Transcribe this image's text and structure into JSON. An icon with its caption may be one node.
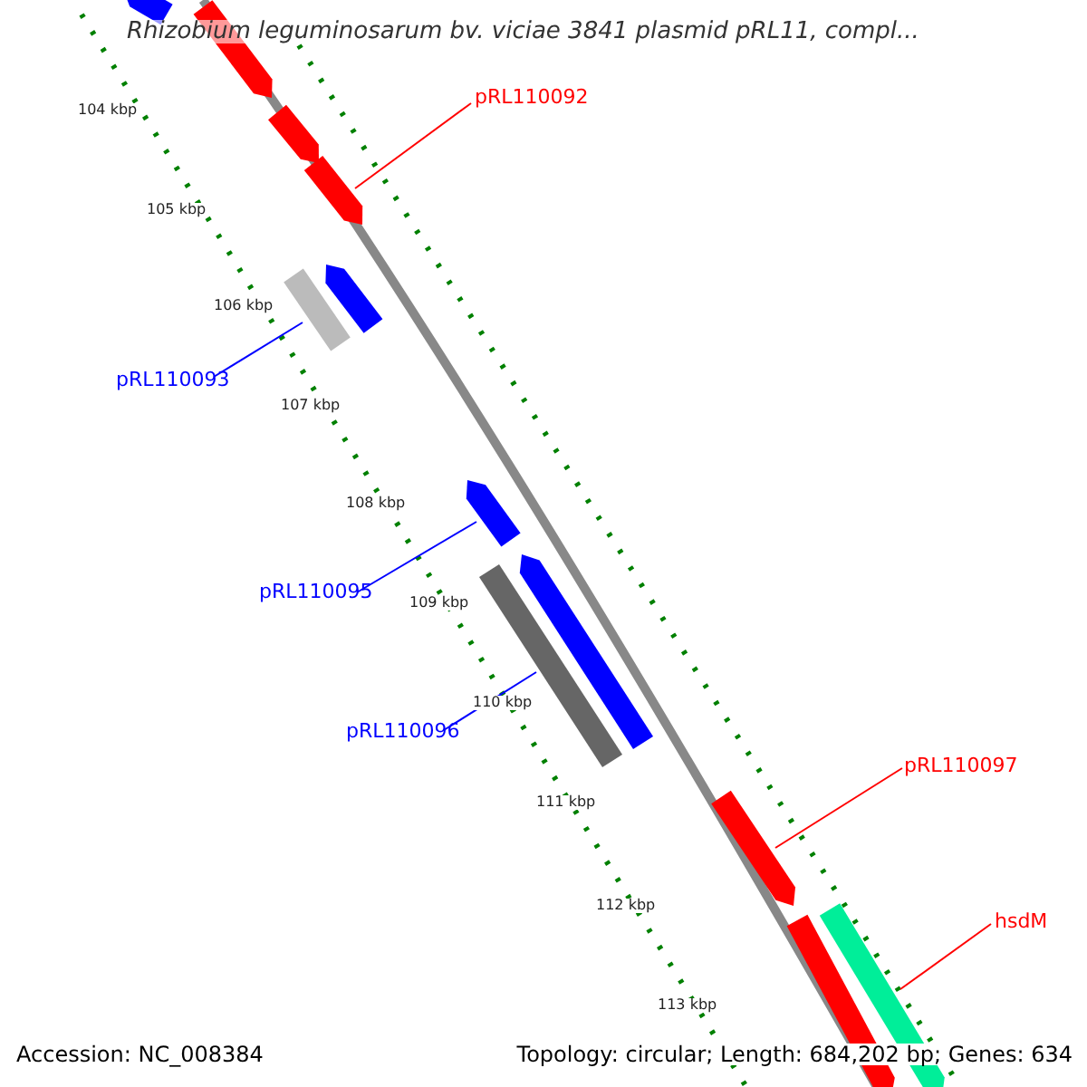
{
  "diagram": {
    "title": "Rhizobium leguminosarum bv. viciae 3841 plasmid pRL11, compl...",
    "nodes": [
      {
        "text": [
          "pRL110092"
        ]
      },
      {
        "text": [
          "pRL110093"
        ]
      },
      {
        "text": [
          "pRL110095"
        ]
      },
      {
        "text": [
          "pRL110096"
        ]
      },
      {
        "text": [
          "pRL110097"
        ]
      },
      {
        "text": [
          "hsdM"
        ]
      },
      {
        "text": [],
        "shape": "bar"
      },
      {
        "text": [],
        "shape": "bar"
      },
      {
        "text": [],
        "shape": "bar"
      },
      {
        "text": [],
        "shape": "bar"
      },
      {
        "text": [],
        "shape": "bar"
      },
      {
        "text": [],
        "shape": "bar"
      },
      {
        "text": [],
        "shape": "bar"
      },
      {
        "text": [],
        "shape": "bar"
      },
      {
        "text": [],
        "shape": "bar"
      },
      {
        "text": [],
        "shape": "bar"
      },
      {
        "text": [],
        "shape": "bar"
      },
      {
        "text": [],
        "shape": "bar"
      }
    ],
    "edges": [
      {
        "from": 0,
        "to": 9,
        "arrow": "none",
        "color": "#ff0000"
      },
      {
        "from": 1,
        "to": 11,
        "arrow": "none",
        "color": "#0000ff"
      },
      {
        "from": 2,
        "to": 12,
        "arrow": "none",
        "color": "#0000ff"
      },
      {
        "from": 3,
        "to": 14,
        "arrow": "none",
        "color": "#0000ff"
      },
      {
        "from": 4,
        "to": 15,
        "arrow": "none",
        "color": "#ff0000"
      },
      {
        "from": 5,
        "to": 17,
        "arrow": "none",
        "color": "#ff0000"
      }
    ],
    "labels": [
      "104 kbp",
      "105 kbp",
      "106 kbp",
      "107 kbp",
      "108 kbp",
      "109 kbp",
      "110 kbp",
      "111 kbp",
      "112 kbp",
      "113 kbp",
      "Accession: NC_008384",
      "Topology: circular; Length: 684,202 bp; Genes: 634"
    ]
  }
}
